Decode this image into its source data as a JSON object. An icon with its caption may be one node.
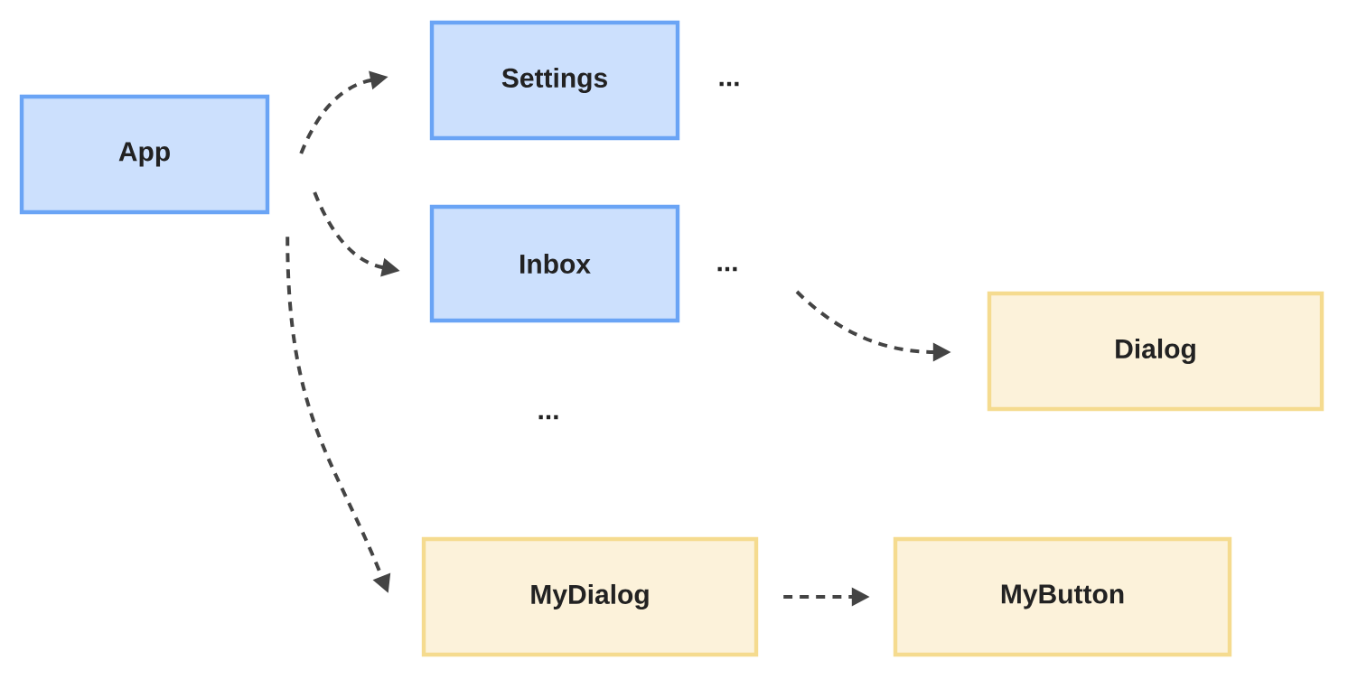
{
  "diagram": {
    "nodes": [
      {
        "text": [
          "App"
        ]
      },
      {
        "text": [
          "Settings"
        ]
      },
      {
        "text": [
          "Inbox"
        ]
      },
      {
        "text": [
          "..."
        ]
      },
      {
        "text": [
          "Dialog"
        ]
      },
      {
        "text": [
          "MyDialog"
        ]
      },
      {
        "text": [
          "MyButton"
        ]
      }
    ],
    "edges": [
      {
        "from": 0,
        "to": 1,
        "arrow": "to",
        "style": "dashed"
      },
      {
        "from": 0,
        "to": 2,
        "arrow": "to",
        "style": "dashed"
      },
      {
        "from": 0,
        "to": 5,
        "arrow": "to",
        "style": "dashed"
      },
      {
        "from": 3,
        "to": 4,
        "arrow": "to",
        "style": "dashed"
      },
      {
        "from": 5,
        "to": 6,
        "arrow": "to",
        "style": "dashed"
      }
    ],
    "labels": [
      "...",
      "..."
    ]
  }
}
